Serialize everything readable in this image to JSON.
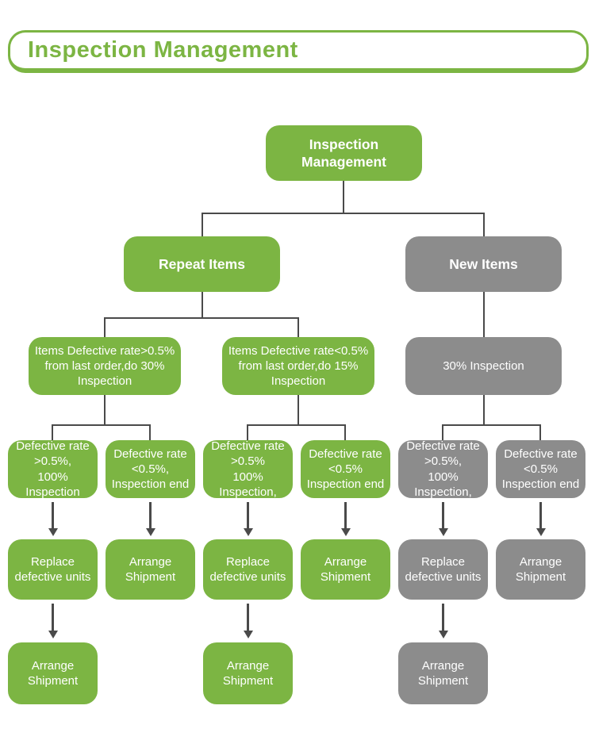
{
  "header": {
    "title": "Inspection Management"
  },
  "colors": {
    "green": "#7CB543",
    "gray": "#8C8C8C",
    "line": "#4A4A4A"
  },
  "nodes": {
    "root": {
      "label": "Inspection\nManagement",
      "color": "green"
    },
    "repeat_items": {
      "label": "Repeat Items",
      "color": "green"
    },
    "new_items": {
      "label": "New Items",
      "color": "gray"
    },
    "repeat_high": {
      "label": "Items Defective rate>0.5%\nfrom last order,do 30%\nInspection",
      "color": "green"
    },
    "repeat_low": {
      "label": "Items Defective rate<0.5%\nfrom last order,do 15%\nInspection",
      "color": "green"
    },
    "new_inspection": {
      "label": "30% Inspection",
      "color": "gray"
    },
    "b1": {
      "label": "Defective rate\n>0.5%,\n100% Inspection",
      "color": "green"
    },
    "b2": {
      "label": "Defective rate\n<0.5%,\nInspection end",
      "color": "green"
    },
    "b3": {
      "label": "Defective rate\n>0.5%\n100% Inspection,",
      "color": "green"
    },
    "b4": {
      "label": "Defective rate\n<0.5%\nInspection end",
      "color": "green"
    },
    "b5": {
      "label": "Defective rate\n>0.5%,\n100% Inspection,",
      "color": "gray"
    },
    "b6": {
      "label": "Defective rate\n<0.5%\nInspection end",
      "color": "gray"
    },
    "a1": {
      "label": "Replace\ndefective units",
      "color": "green"
    },
    "a2": {
      "label": "Arrange\nShipment",
      "color": "green"
    },
    "a3": {
      "label": "Replace\ndefective units",
      "color": "green"
    },
    "a4": {
      "label": "Arrange\nShipment",
      "color": "green"
    },
    "a5": {
      "label": "Replace\ndefective units",
      "color": "gray"
    },
    "a6": {
      "label": "Arrange\nShipment",
      "color": "gray"
    },
    "s1": {
      "label": "Arrange\nShipment",
      "color": "green"
    },
    "s3": {
      "label": "Arrange\nShipment",
      "color": "green"
    },
    "s5": {
      "label": "Arrange\nShipment",
      "color": "gray"
    }
  }
}
